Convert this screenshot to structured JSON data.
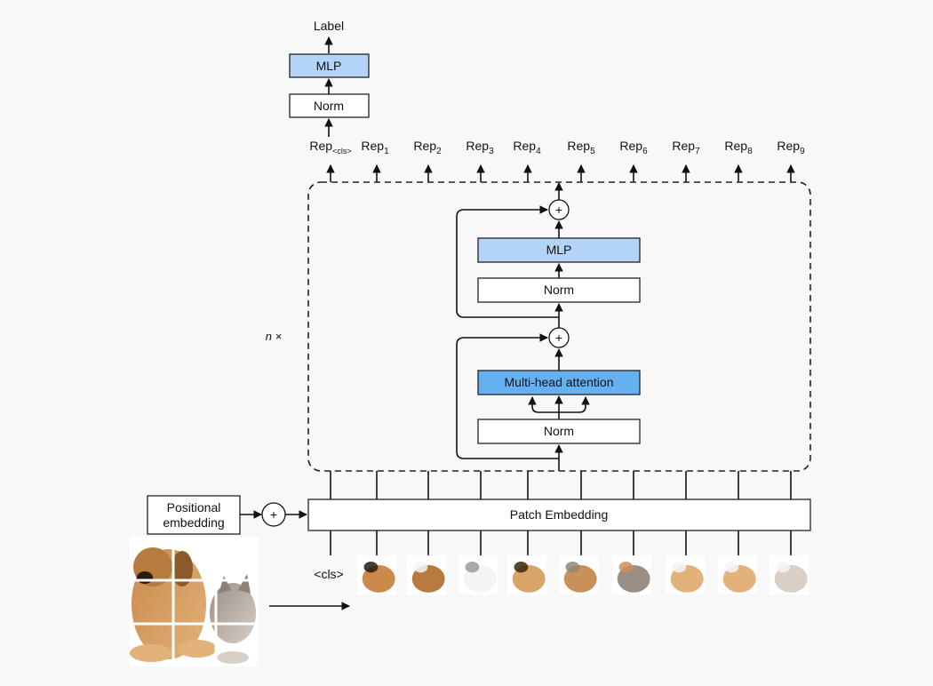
{
  "labels": {
    "label": "Label",
    "top_mlp": "MLP",
    "top_norm": "Norm",
    "inner_mlp": "MLP",
    "inner_norm_upper": "Norm",
    "attention": "Multi-head attention",
    "inner_norm_lower": "Norm",
    "repeat": "n ×",
    "positional_line1": "Positional",
    "positional_line2": "embedding",
    "patch_embedding": "Patch Embedding",
    "cls_token": "<cls>",
    "plus": "+"
  },
  "reps": [
    {
      "base": "Rep",
      "sub": "<cls>"
    },
    {
      "base": "Rep",
      "sub": "1"
    },
    {
      "base": "Rep",
      "sub": "2"
    },
    {
      "base": "Rep",
      "sub": "3"
    },
    {
      "base": "Rep",
      "sub": "4"
    },
    {
      "base": "Rep",
      "sub": "5"
    },
    {
      "base": "Rep",
      "sub": "6"
    },
    {
      "base": "Rep",
      "sub": "7"
    },
    {
      "base": "Rep",
      "sub": "8"
    },
    {
      "base": "Rep",
      "sub": "9"
    }
  ],
  "colors": {
    "mlp_fill": "#b3d4f7",
    "attention_fill": "#64b0f0",
    "box_fill": "#ffffff",
    "background": "#f8f8f8"
  },
  "patch_images": [
    "puppy-face-patch",
    "puppy-ear-patch",
    "kitten-ear-patch",
    "puppy-neck-patch",
    "puppy-and-kitten-face-patch",
    "kitten-face-patch",
    "puppy-paw-patch",
    "puppy-paw-right-patch",
    "kitten-paw-patch"
  ]
}
